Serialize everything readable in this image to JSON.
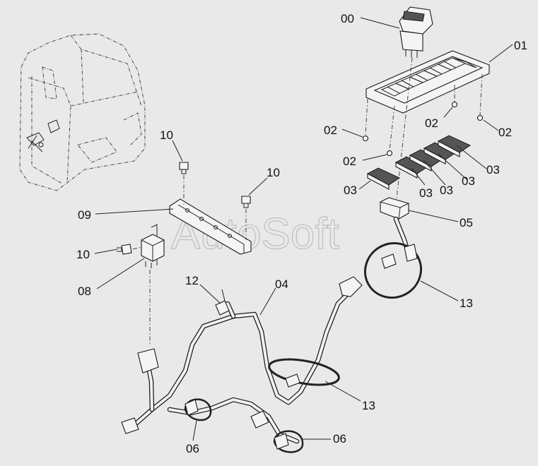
{
  "watermark": "AutoSoft",
  "callouts": [
    {
      "id": "c00",
      "text": "00"
    },
    {
      "id": "c01",
      "text": "01"
    },
    {
      "id": "c02a",
      "text": "02"
    },
    {
      "id": "c02b",
      "text": "02"
    },
    {
      "id": "c02c",
      "text": "02"
    },
    {
      "id": "c02d",
      "text": "02"
    },
    {
      "id": "c03a",
      "text": "03"
    },
    {
      "id": "c03b",
      "text": "03"
    },
    {
      "id": "c03c",
      "text": "03"
    },
    {
      "id": "c03d",
      "text": "03"
    },
    {
      "id": "c03e",
      "text": "03"
    },
    {
      "id": "c04",
      "text": "04"
    },
    {
      "id": "c05",
      "text": "05"
    },
    {
      "id": "c06a",
      "text": "06"
    },
    {
      "id": "c06b",
      "text": "06"
    },
    {
      "id": "c08",
      "text": "08"
    },
    {
      "id": "c09",
      "text": "09"
    },
    {
      "id": "c10a",
      "text": "10"
    },
    {
      "id": "c10b",
      "text": "10"
    },
    {
      "id": "c10c",
      "text": "10"
    },
    {
      "id": "c12",
      "text": "12"
    },
    {
      "id": "c13a",
      "text": "13"
    },
    {
      "id": "c13b",
      "text": "13"
    }
  ]
}
